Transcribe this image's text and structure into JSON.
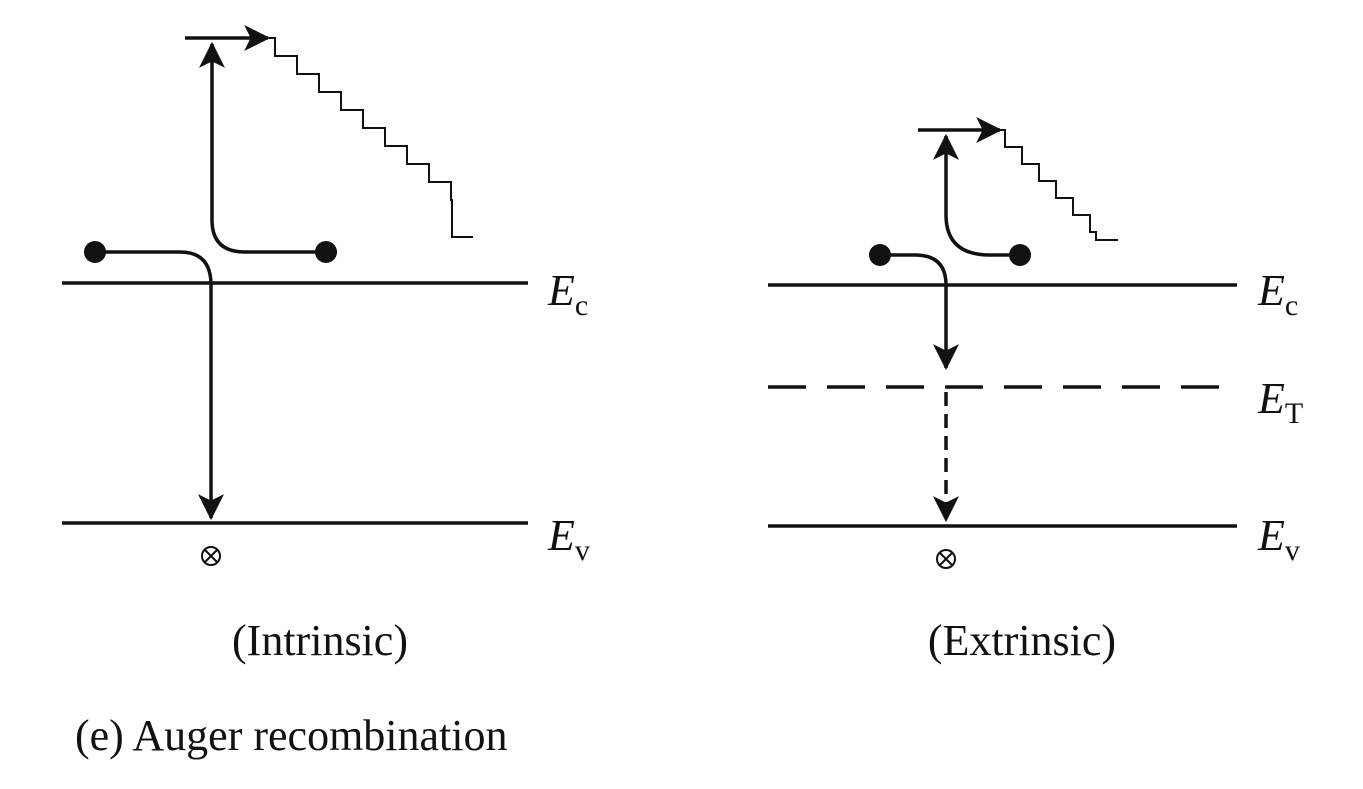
{
  "panels": [
    {
      "caption": "(Intrinsic)",
      "levels": [
        {
          "symbol": "E",
          "subscript": "c"
        },
        {
          "symbol": "E",
          "subscript": "v"
        }
      ]
    },
    {
      "caption": "(Extrinsic)",
      "levels": [
        {
          "symbol": "E",
          "subscript": "c"
        },
        {
          "symbol": "E",
          "subscript": "T"
        },
        {
          "symbol": "E",
          "subscript": "v"
        }
      ]
    }
  ],
  "figure_caption": "(e) Auger recombination",
  "colors": {
    "ink": "#111111",
    "background": "#ffffff"
  }
}
